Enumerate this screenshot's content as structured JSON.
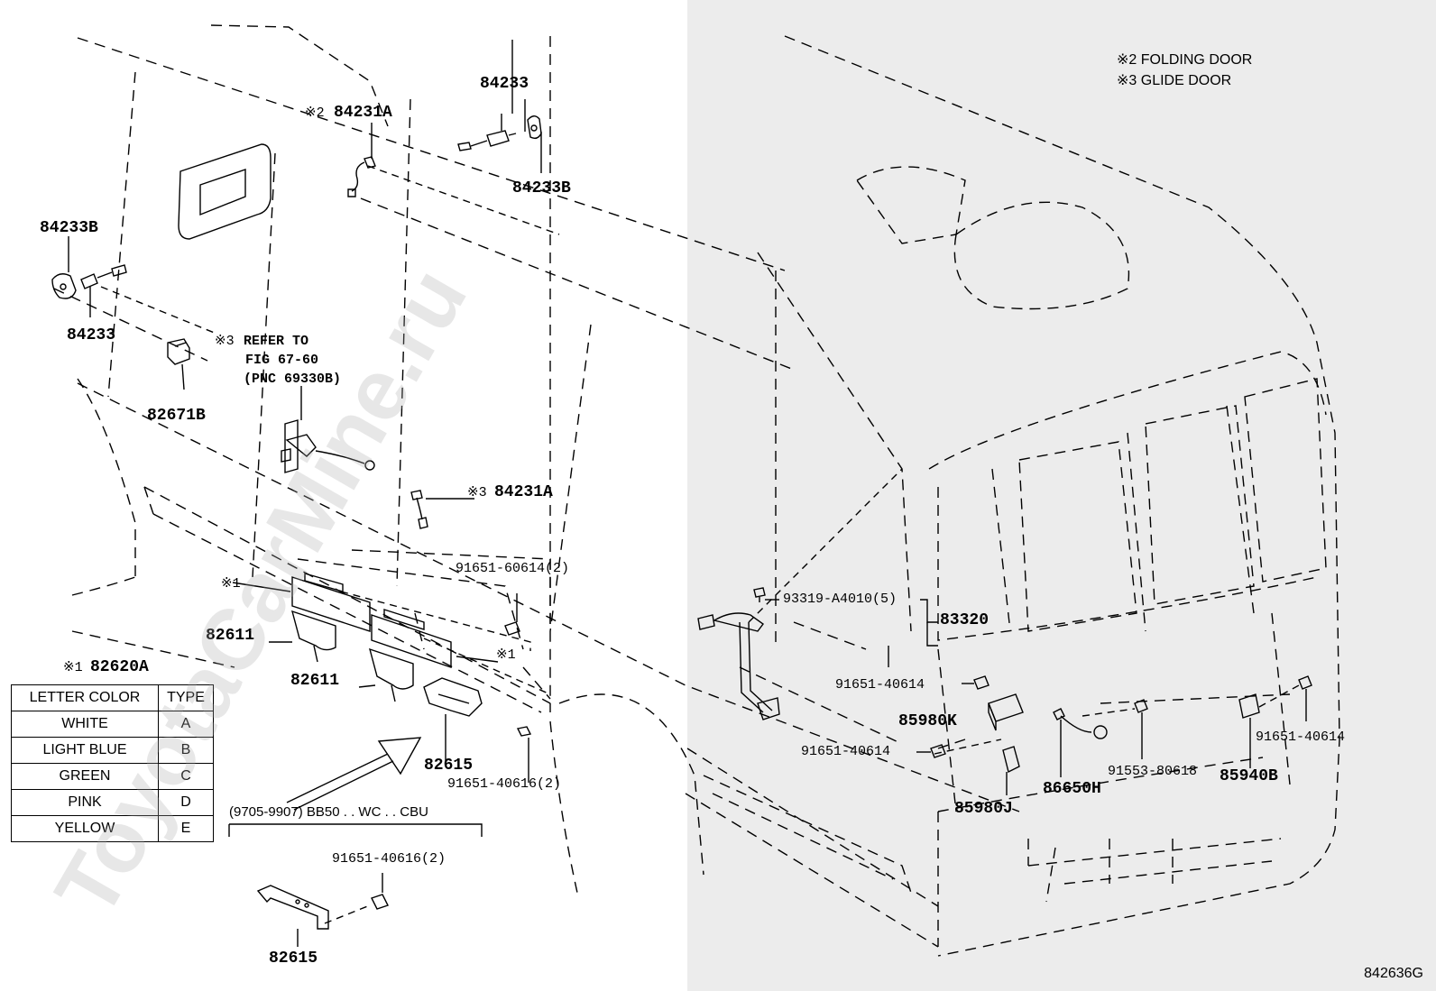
{
  "legend": {
    "note_2": "※2 FOLDING DOOR",
    "note_3": "※3 GLIDE DOOR"
  },
  "labels": {
    "p84233_top": "84233",
    "p84231a_top_mark": "※2",
    "p84231a_top": "84231A",
    "p84233b_top": "84233B",
    "p84233b_left": "84233B",
    "p84233_left": "84233",
    "p82671b": "82671B",
    "refer_mark": "※3",
    "refer_line1": "REFER TO",
    "refer_line2": "FIG 67-60",
    "refer_line3": "(PNC 69330B)",
    "p84231a_mid_mark": "※3",
    "p84231a_mid": "84231A",
    "p91651_60614": "91651-60614(2)",
    "star1_a": "※1",
    "star1_b": "※1",
    "p82611_a": "82611",
    "p82611_b": "82611",
    "p82620a_mark": "※1",
    "p82620a": "82620A",
    "p82615_mid": "82615",
    "p91651_40616_mid": "91651-40616(2)",
    "range_note": "(9705-9907) BB50 . . WC . . CBU",
    "p91651_40616_low": "91651-40616(2)",
    "p82615_low": "82615",
    "p93319": "93319-A4010(5)",
    "p83320": "83320",
    "p91651_40614_a": "91651-40614",
    "p85980k": "85980K",
    "p91651_40614_b": "91651-40614",
    "p85980j": "85980J",
    "p86650h": "86650H",
    "p91553": "91553-80618",
    "p85940b": "85940B",
    "p91651_40614_c": "91651-40614"
  },
  "color_table": {
    "header_color": "LETTER COLOR",
    "header_type": "TYPE",
    "rows": [
      {
        "color": "WHITE",
        "type": "A"
      },
      {
        "color": "LIGHT BLUE",
        "type": "B"
      },
      {
        "color": "GREEN",
        "type": "C"
      },
      {
        "color": "PINK",
        "type": "D"
      },
      {
        "color": "YELLOW",
        "type": "E"
      }
    ]
  },
  "figure_id": "842636G",
  "watermark": "ToyotaCarMine.ru",
  "colors": {
    "line": "#000000",
    "shade": "#ececec",
    "background": "#ffffff"
  }
}
